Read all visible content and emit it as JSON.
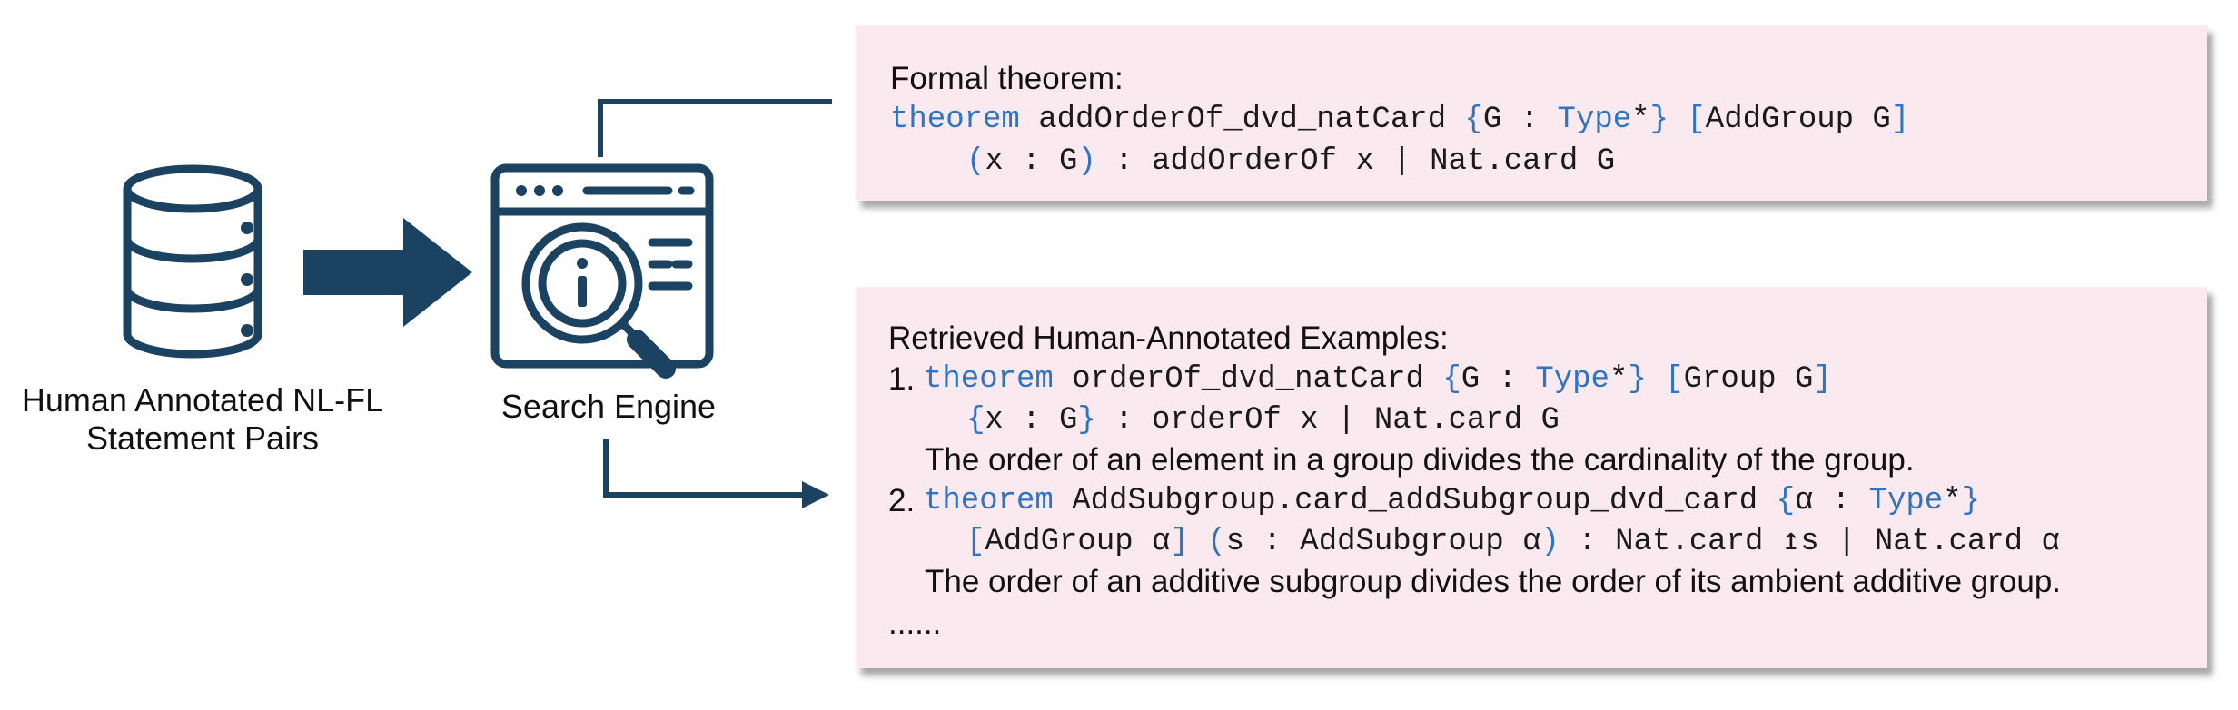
{
  "left": {
    "database_caption_line1": "Human Annotated NL-FL",
    "database_caption_line2": "Statement Pairs",
    "search_caption": "Search Engine"
  },
  "formal_box": {
    "title": "Formal theorem:",
    "l1_kw": "theorem",
    "l1_a": " addOrderOf_dvd_natCard ",
    "l1_b1": "{",
    "l1_c": "G : ",
    "l1_d": "Type",
    "l1_e": "*",
    "l1_b2": "}",
    "l1_f": " ",
    "l1_b3": "[",
    "l1_g": "AddGroup G",
    "l1_b4": "]",
    "l2_b1": "(",
    "l2_a": "x : G",
    "l2_b2": ")",
    "l2_c": " : addOrderOf x | Nat.card G"
  },
  "retrieved_box": {
    "title": "Retrieved Human-Annotated Examples:",
    "ex1_num": "1.",
    "ex1_kw": "theorem",
    "ex1_a": " orderOf_dvd_natCard ",
    "ex1_b1": "{",
    "ex1_c": "G : ",
    "ex1_d": "Type",
    "ex1_e": "*",
    "ex1_b2": "}",
    "ex1_f": " ",
    "ex1_b3": "[",
    "ex1_g": "Group G",
    "ex1_b4": "]",
    "ex1_l2_b1": "{",
    "ex1_l2_a": "x : G",
    "ex1_l2_b2": "}",
    "ex1_l2_c": " : orderOf x | Nat.card G",
    "ex1_nl": "The order of an element in a group divides the cardinality of the group.",
    "ex2_num": "2.",
    "ex2_kw": "theorem",
    "ex2_a": " AddSubgroup.card_addSubgroup_dvd_card ",
    "ex2_b1": "{",
    "ex2_c": "α : ",
    "ex2_d": "Type",
    "ex2_e": "*",
    "ex2_b2": "}",
    "ex2_l2_b1": "[",
    "ex2_l2_a": "AddGroup α",
    "ex2_l2_b2": "]",
    "ex2_l2_f": " ",
    "ex2_l2_b3": "(",
    "ex2_l2_c": "s : AddSubgroup α",
    "ex2_l2_b4": ")",
    "ex2_l2_d": " : Nat.card ↥s | Nat.card α",
    "ex2_nl": "The order of an additive subgroup divides the order of its ambient additive group.",
    "ellipsis": "......"
  },
  "colors": {
    "icon": "#1b4260",
    "keyword": "#2f74c0",
    "box_bg": "#fbe9f0"
  }
}
